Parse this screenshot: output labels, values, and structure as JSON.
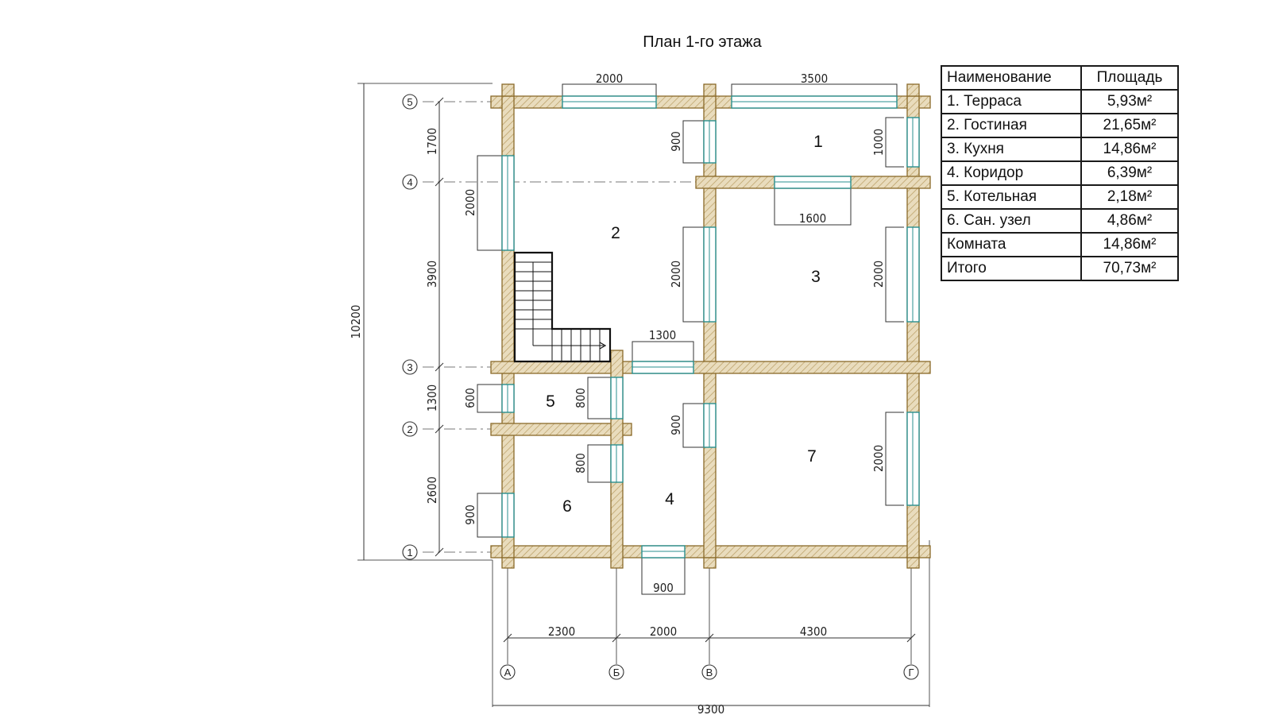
{
  "title": "План 1-го этажа",
  "table": {
    "header": [
      "Наименование",
      "Площадь"
    ],
    "rows": [
      [
        "1. Терраса",
        "5,93м²"
      ],
      [
        "2. Гостиная",
        "21,65м²"
      ],
      [
        "3. Кухня",
        "14,86м²"
      ],
      [
        "4. Коридор",
        "6,39м²"
      ],
      [
        "5. Котельная",
        "2,18м²"
      ],
      [
        "6. Сан. узел",
        "4,86м²"
      ],
      [
        "Комната",
        "14,86м²"
      ],
      [
        "Итого",
        "70,73м²"
      ]
    ]
  },
  "plan": {
    "rooms": [
      "1",
      "2",
      "3",
      "4",
      "5",
      "6",
      "7"
    ],
    "axes_rows": [
      "5",
      "4",
      "3",
      "2",
      "1"
    ],
    "axes_cols": [
      "А",
      "Б",
      "В",
      "Г"
    ],
    "dims_left": [
      "1700",
      "3900",
      "1300",
      "2600"
    ],
    "dim_overall_vertical": "10200",
    "dims_bottom": [
      "2300",
      "2000",
      "4300"
    ],
    "dim_overall_horizontal": "9300",
    "window_dims": [
      "2000",
      "3500",
      "900",
      "1000",
      "2000",
      "1600",
      "2000",
      "2000",
      "1300",
      "600",
      "800",
      "900",
      "800",
      "2000",
      "900",
      "900"
    ],
    "colors": {
      "wall_fill": "#e6d8b8",
      "wall_edge": "#8a6a2a",
      "window": "#2a8f8f"
    }
  }
}
